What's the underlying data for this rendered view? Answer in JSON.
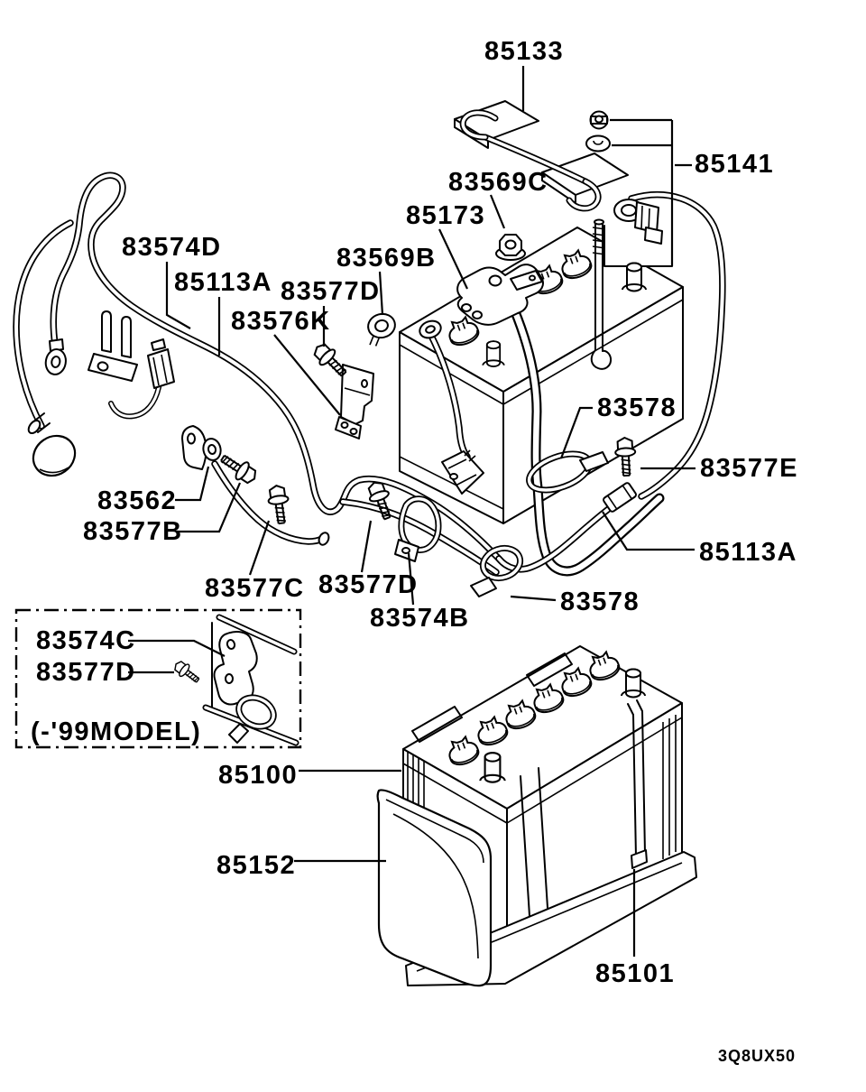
{
  "labels": [
    {
      "part": "85133"
    },
    {
      "part": "85141"
    },
    {
      "part": "83569C"
    },
    {
      "part": "85173"
    },
    {
      "part": "83574D"
    },
    {
      "part": "85113A"
    },
    {
      "part": "83577D"
    },
    {
      "part": "83569B"
    },
    {
      "part": "83576K"
    },
    {
      "part": "83578"
    },
    {
      "part": "83577E"
    },
    {
      "part": "85113A"
    },
    {
      "part": "83578"
    },
    {
      "part": "83562"
    },
    {
      "part": "83577B"
    },
    {
      "part": "83577C"
    },
    {
      "part": "83577D"
    },
    {
      "part": "83574B"
    },
    {
      "part": "83574C"
    },
    {
      "part": "83577D"
    },
    {
      "part": "85100"
    },
    {
      "part": "85152"
    },
    {
      "part": "85101"
    }
  ],
  "note": "(-'99MODEL)",
  "diagram_code": "3Q8UX50"
}
